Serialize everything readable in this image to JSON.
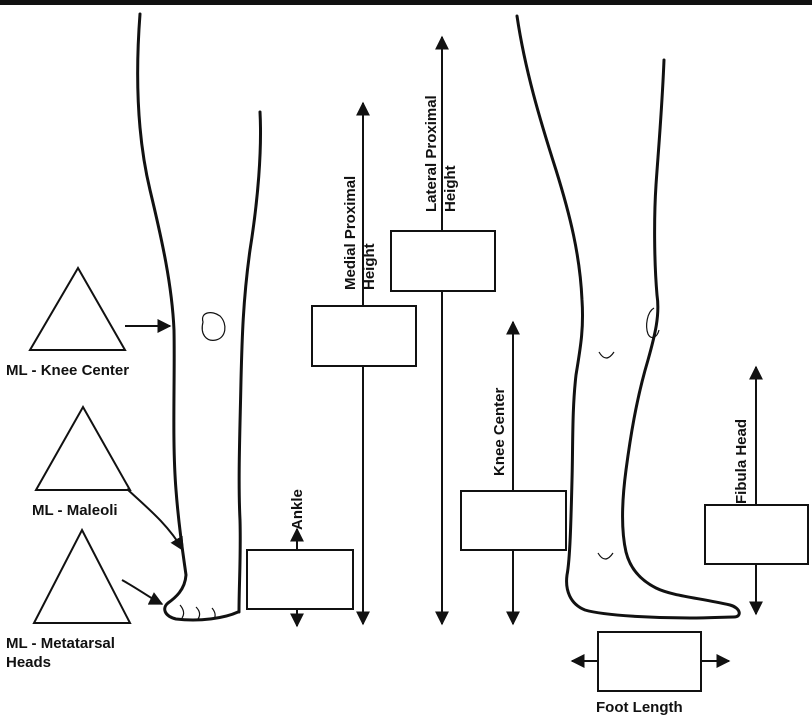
{
  "labels": {
    "knee_center_ml": "ML - Knee Center",
    "maleoli_ml": "ML - Maleoli",
    "metatarsal_ml_line1": "ML - Metatarsal",
    "metatarsal_ml_line2": "Heads",
    "ankle": "Ankle",
    "medial_line1": "Medial Proximal",
    "medial_line2": "Height",
    "lateral_line1": "Lateral Proximal",
    "lateral_line2": "Height",
    "knee_center": "Knee Center",
    "fibula_head": "Fibula Head",
    "foot_length": "Foot Length"
  }
}
